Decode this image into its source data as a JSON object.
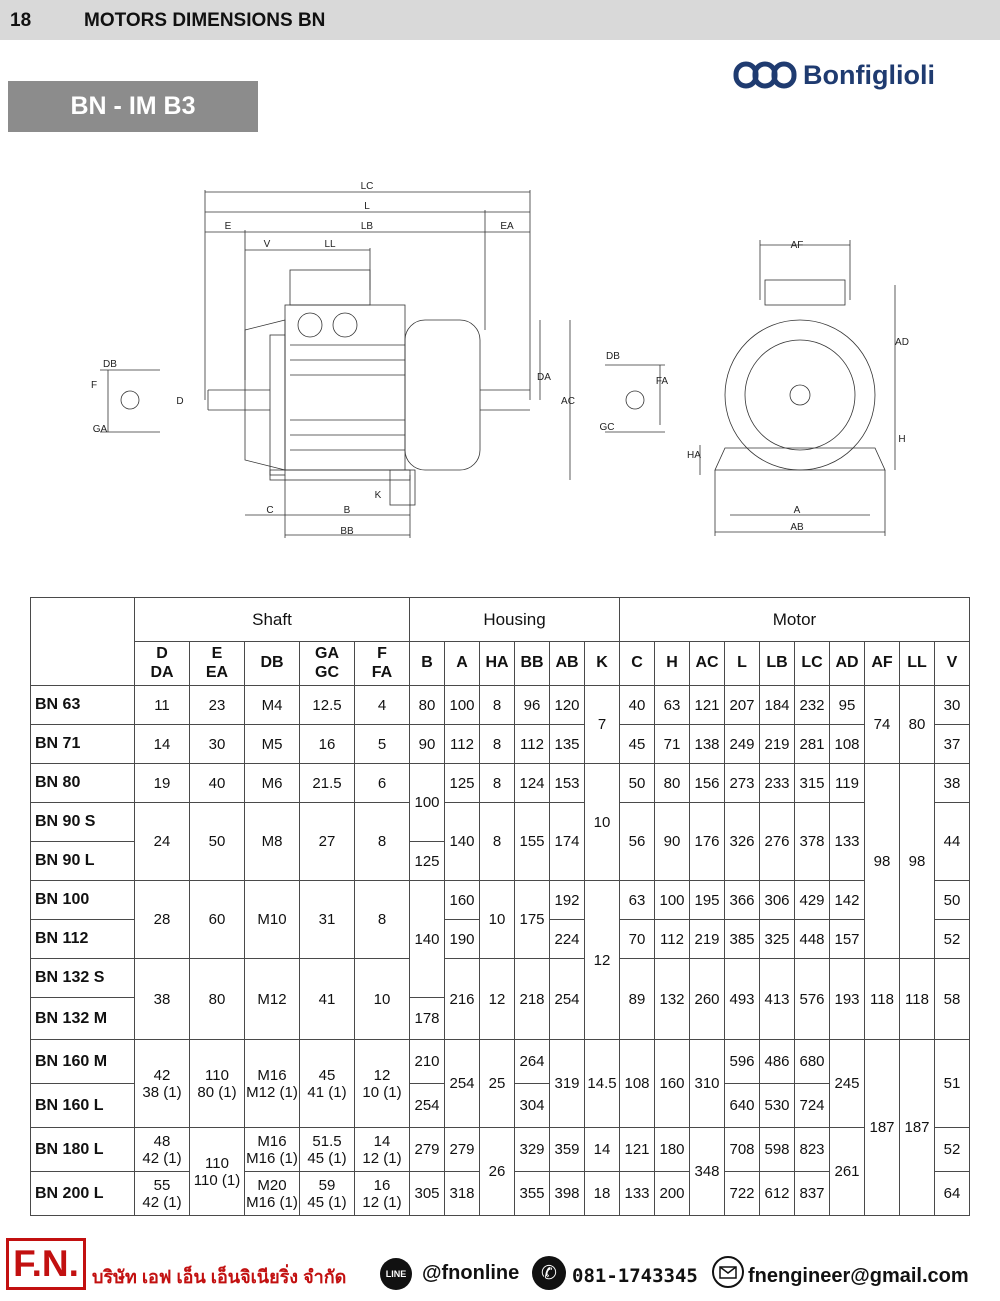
{
  "header": {
    "page_number": "18",
    "title": "MOTORS DIMENSIONS BN"
  },
  "section_title": "BN - IM B3",
  "brand": {
    "name": "Bonfiglioli",
    "color": "#1f3b70"
  },
  "drawing_labels": {
    "LC": "LC",
    "L": "L",
    "E": "E",
    "LB": "LB",
    "EA": "EA",
    "V": "V",
    "LL": "LL",
    "DB": "DB",
    "F": "F",
    "GA": "GA",
    "D": "D",
    "DA": "DA",
    "AC": "AC",
    "K": "K",
    "C": "C",
    "B": "B",
    "BB": "BB",
    "DB2": "DB",
    "FA": "FA",
    "GC": "GC",
    "AF": "AF",
    "AD": "AD",
    "HA": "HA",
    "H": "H",
    "A": "A",
    "AB": "AB"
  },
  "table": {
    "groups": {
      "shaft": "Shaft",
      "housing": "Housing",
      "motor": "Motor"
    },
    "cols": {
      "D": "D",
      "DA": "DA",
      "E": "E",
      "EA": "EA",
      "DB": "DB",
      "GA": "GA",
      "GC": "GC",
      "F": "F",
      "FA": "FA",
      "B": "B",
      "A": "A",
      "HA": "HA",
      "BB": "BB",
      "AB": "AB",
      "K": "K",
      "C": "C",
      "H": "H",
      "AC": "AC",
      "L": "L",
      "LB": "LB",
      "LC": "LC",
      "AD": "AD",
      "AF": "AF",
      "LL": "LL",
      "V": "V"
    },
    "models": {
      "bn63": "BN 63",
      "bn71": "BN 71",
      "bn80": "BN 80",
      "bn90s": "BN 90 S",
      "bn90l": "BN 90 L",
      "bn100": "BN 100",
      "bn112": "BN 112",
      "bn132s": "BN 132 S",
      "bn132m": "BN 132 M",
      "bn160m": "BN 160 M",
      "bn160l": "BN 160 L",
      "bn180l": "BN 180 L",
      "bn200l": "BN 200 L"
    },
    "cells": {
      "r1": {
        "D": "11",
        "E": "23",
        "DB": "M4",
        "GA": "12.5",
        "F": "4",
        "B": "80",
        "A": "100",
        "HA": "8",
        "BB": "96",
        "AB": "120",
        "C": "40",
        "H": "63",
        "AC": "121",
        "L": "207",
        "LB": "184",
        "LC": "232",
        "AD": "95",
        "V": "30"
      },
      "r2": {
        "D": "14",
        "E": "30",
        "DB": "M5",
        "GA": "16",
        "F": "5",
        "B": "90",
        "A": "112",
        "HA": "8",
        "BB": "112",
        "AB": "135",
        "C": "45",
        "H": "71",
        "AC": "138",
        "L": "249",
        "LB": "219",
        "LC": "281",
        "AD": "108",
        "V": "37"
      },
      "r3": {
        "D": "19",
        "E": "40",
        "DB": "M6",
        "GA": "21.5",
        "F": "6",
        "A": "125",
        "HA": "8",
        "BB": "124",
        "AB": "153",
        "C": "50",
        "H": "80",
        "AC": "156",
        "L": "273",
        "LB": "233",
        "LC": "315",
        "AD": "119",
        "V": "38"
      },
      "r4": {
        "D": "24",
        "E": "50",
        "DB": "M8",
        "GA": "27",
        "F": "8",
        "A": "140",
        "HA": "8",
        "BB": "155",
        "AB": "174",
        "C": "56",
        "H": "90",
        "AC": "176",
        "L": "326",
        "LB": "276",
        "LC": "378",
        "AD": "133",
        "V": "44"
      },
      "r6": {
        "D": "28",
        "E": "60",
        "DB": "M10",
        "GA": "31",
        "F": "8",
        "A": "160",
        "HA": "10",
        "BB": "175",
        "AB": "192",
        "C": "63",
        "H": "100",
        "AC": "195",
        "L": "366",
        "LB": "306",
        "LC": "429",
        "AD": "142",
        "V": "50"
      },
      "r7": {
        "A": "190",
        "AB": "224",
        "C": "70",
        "H": "112",
        "AC": "219",
        "L": "385",
        "LB": "325",
        "LC": "448",
        "AD": "157",
        "V": "52"
      },
      "r8": {
        "D": "38",
        "E": "80",
        "DB": "M12",
        "GA": "41",
        "F": "10",
        "A": "216",
        "HA": "12",
        "BB": "218",
        "AB": "254",
        "C": "89",
        "H": "132",
        "AC": "260",
        "L": "493",
        "LB": "413",
        "LC": "576",
        "AD": "193",
        "AF": "118",
        "LL": "118",
        "V": "58"
      },
      "r9": {
        "B": "178"
      },
      "r10": {
        "D": "42",
        "DA": "38 (1)",
        "E": "110",
        "EA": "80 (1)",
        "DB": "M16",
        "DB2": "M12 (1)",
        "GA": "45",
        "GC": "41 (1)",
        "F": "12",
        "FA": "10 (1)",
        "B": "210",
        "A": "254",
        "HA": "25",
        "BB": "264",
        "AB": "319",
        "K": "14.5",
        "C": "108",
        "H": "160",
        "AC": "310",
        "L": "596",
        "LB": "486",
        "LC": "680",
        "AD": "245",
        "V": "51"
      },
      "r11": {
        "B": "254",
        "BB": "304",
        "L": "640",
        "LB": "530",
        "LC": "724"
      },
      "r12": {
        "D": "48",
        "DA": "42 (1)",
        "DB": "M16",
        "DB2": "M16 (1)",
        "GA": "51.5",
        "GC": "45 (1)",
        "F": "14",
        "FA": "12 (1)",
        "B": "279",
        "A": "279",
        "BB": "329",
        "AB": "359",
        "K": "14",
        "C": "121",
        "H": "180",
        "L": "708",
        "LB": "598",
        "LC": "823",
        "V": "52"
      },
      "r13": {
        "D": "55",
        "DA": "42 (1)",
        "DB": "M20",
        "DB2": "M16 (1)",
        "GA": "59",
        "GC": "45 (1)",
        "F": "16",
        "FA": "12 (1)",
        "B": "305",
        "A": "318",
        "BB": "355",
        "AB": "398",
        "K": "18",
        "C": "133",
        "H": "200",
        "L": "722",
        "LB": "612",
        "LC": "837",
        "V": "64"
      },
      "merged": {
        "K_63_71": "7",
        "B_80_90S": "100",
        "B_90L": "125",
        "AF_63_71": "74",
        "LL_63_71": "80",
        "K_80_90L": "10",
        "AF_80_112": "98",
        "LL_80_112": "98",
        "HA_100_112": "10",
        "BB_100_112": "175",
        "B_100_132S": "140",
        "K_100_132M": "12",
        "AF_160_200": "187",
        "LL_160_200": "187",
        "E_180_200": "110",
        "EA_180_200": "110 (1)",
        "HA_180_200": "26",
        "AC_180_200": "348",
        "AD_180_200": "261"
      }
    }
  },
  "footer": {
    "logo": "F.N.",
    "company": "บริษัท เอฟ เอ็น เอ็นจิเนียริ่ง จำกัด",
    "line_label": "LINE",
    "line_id": "@fnonline",
    "phone": "081-1743345",
    "email": "fnengineer@gmail.com",
    "accent": "#c21010"
  }
}
